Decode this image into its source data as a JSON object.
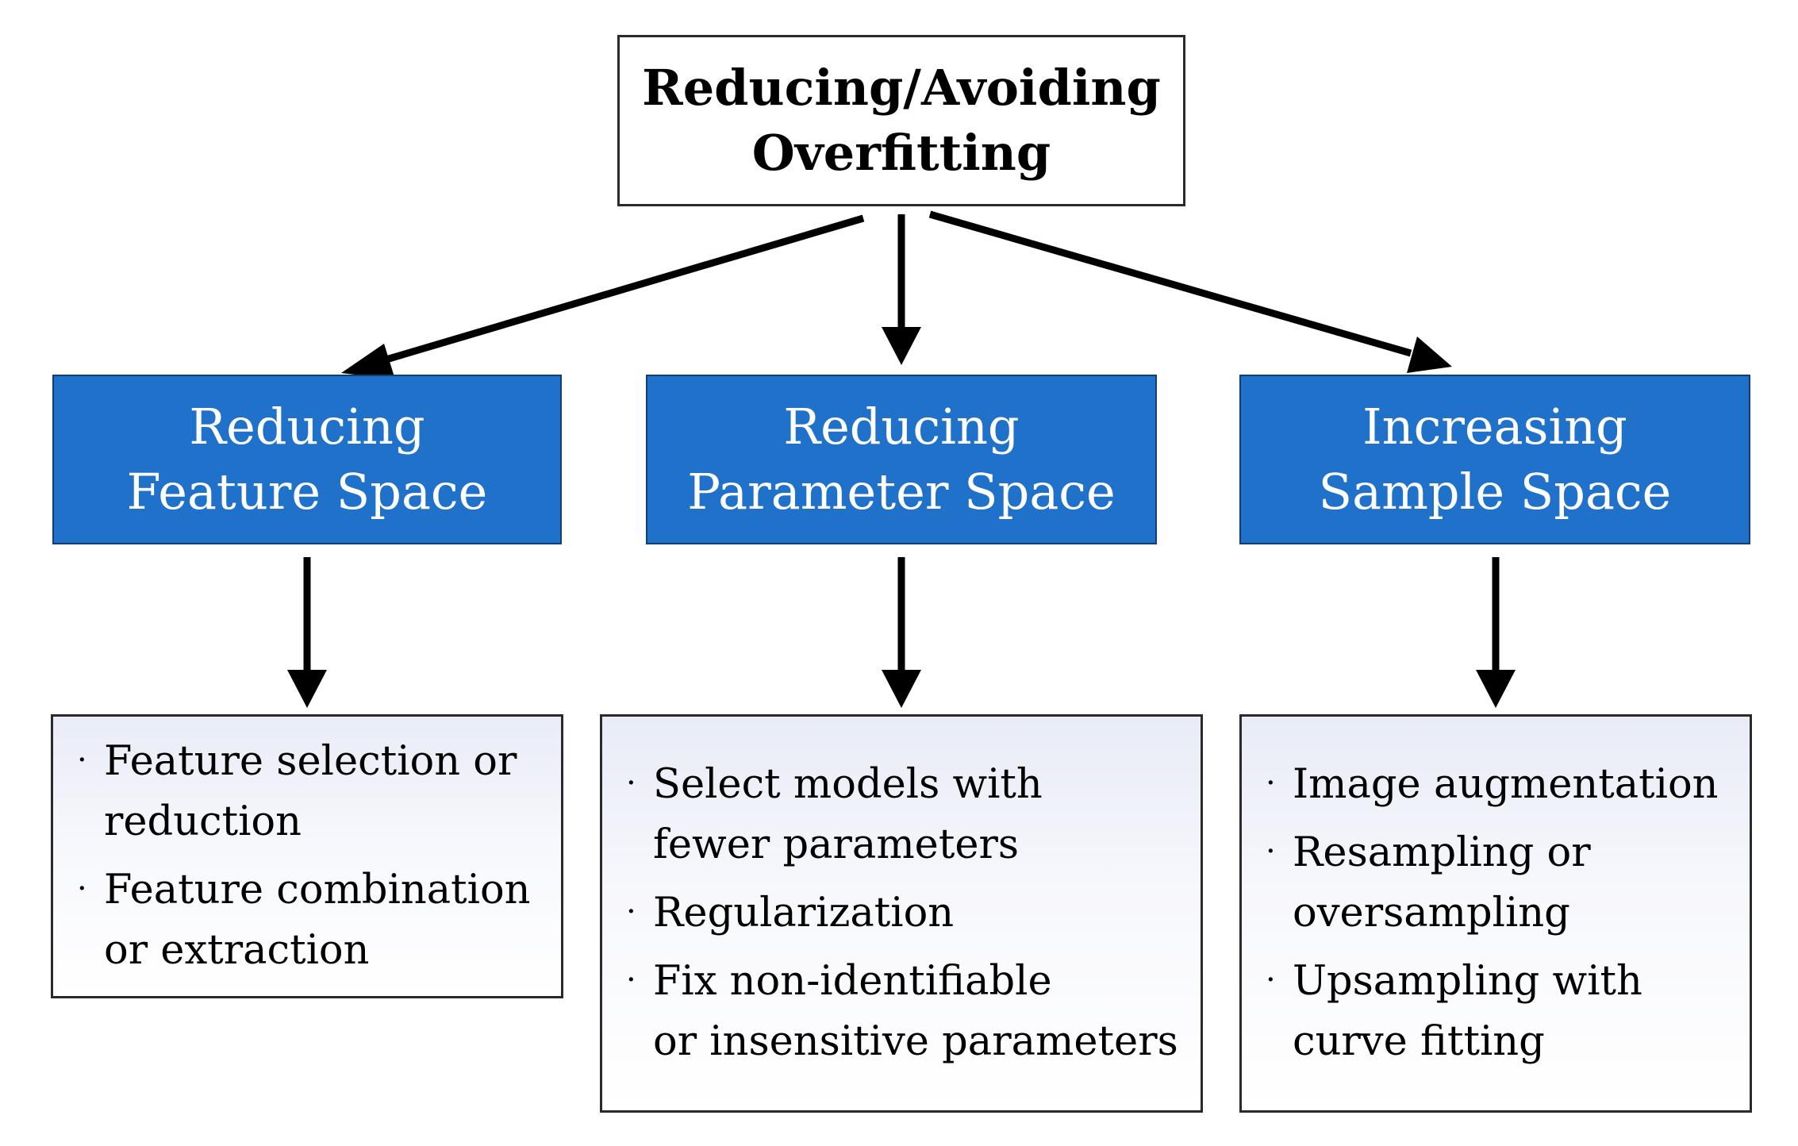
{
  "root": {
    "lines": [
      "Reducing/Avoiding",
      "Overfitting"
    ]
  },
  "branches": [
    {
      "title_lines": [
        "Reducing",
        "Feature Space"
      ],
      "items": [
        {
          "lines": [
            "Feature selection or",
            "reduction"
          ]
        },
        {
          "lines": [
            "Feature combination",
            "or extraction"
          ]
        }
      ]
    },
    {
      "title_lines": [
        "Reducing",
        "Parameter Space"
      ],
      "items": [
        {
          "lines": [
            "Select models with",
            "fewer parameters"
          ]
        },
        {
          "lines": [
            "Regularization"
          ]
        },
        {
          "lines": [
            "Fix non-identifiable",
            "or insensitive parameters"
          ]
        }
      ]
    },
    {
      "title_lines": [
        "Increasing",
        "Sample Space"
      ],
      "items": [
        {
          "lines": [
            "Image augmentation"
          ]
        },
        {
          "lines": [
            "Resampling or",
            "oversampling"
          ]
        },
        {
          "lines": [
            "Upsampling with",
            "curve fitting"
          ]
        }
      ]
    }
  ],
  "bullet_char": "·",
  "colors": {
    "category_fill": "#1f71c9",
    "category_text": "#ffffff",
    "arrow": "#000000"
  }
}
